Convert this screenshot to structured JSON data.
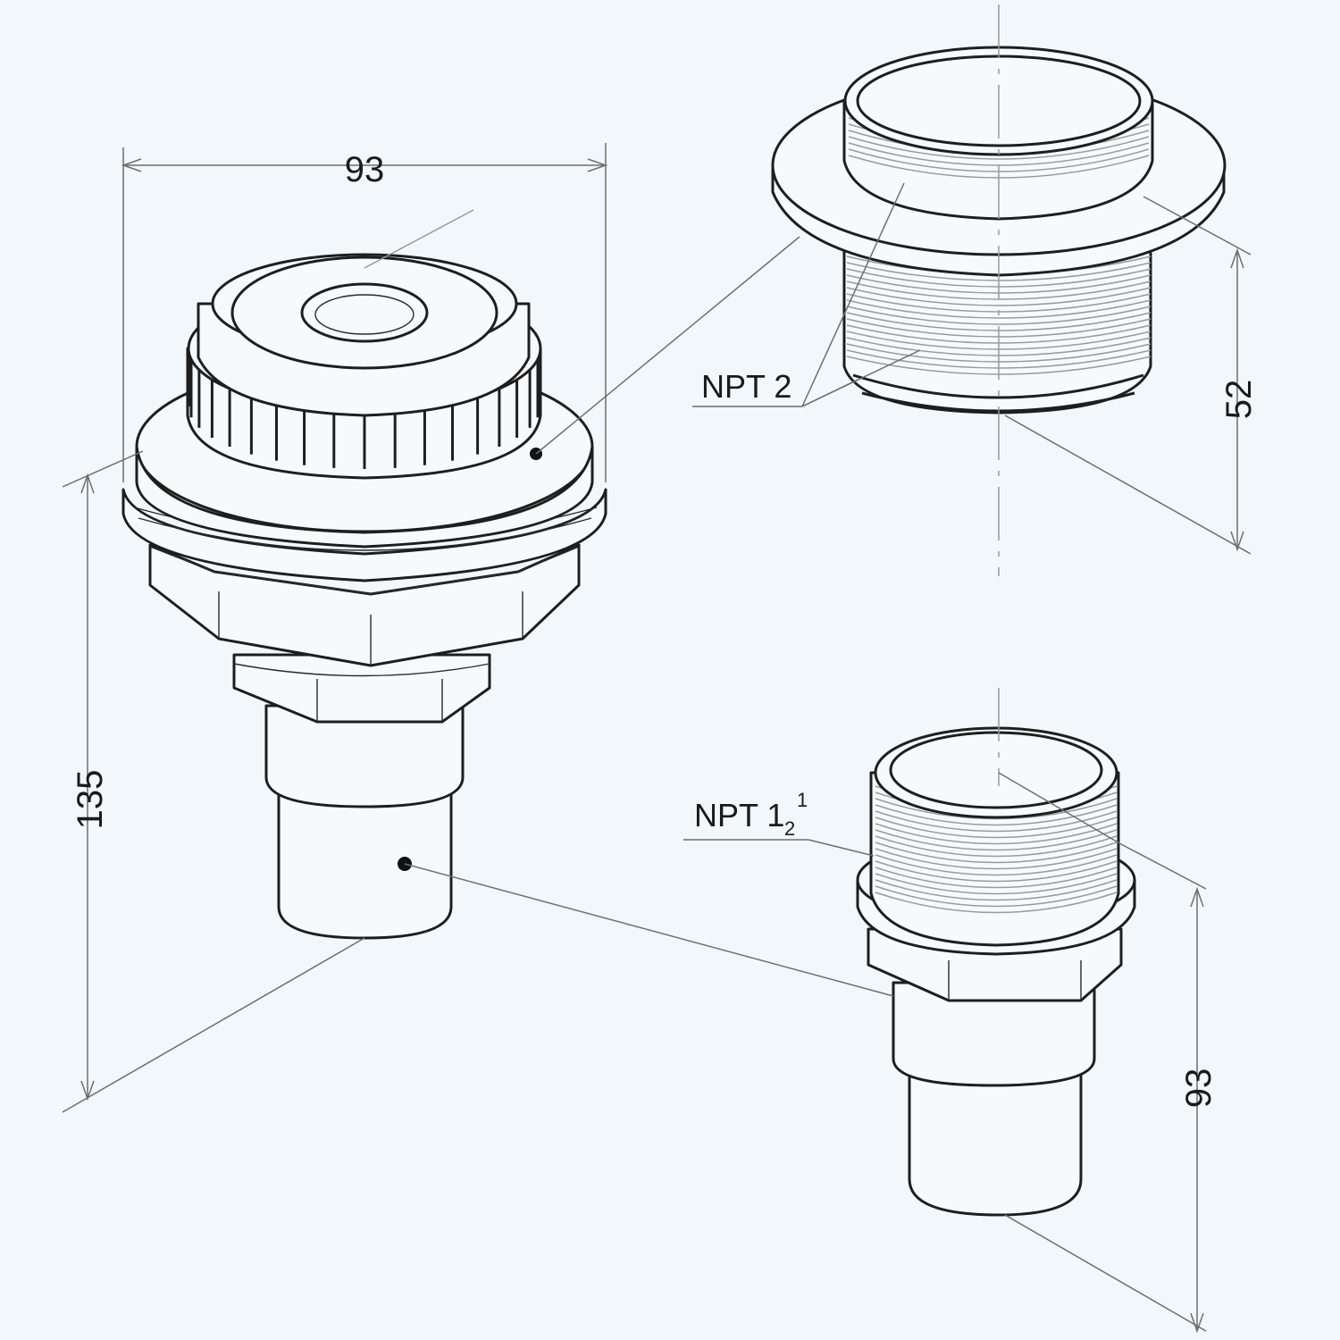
{
  "dimensions": {
    "top_width": "93",
    "left_height": "135",
    "flange_height": "52",
    "fitting_height": "93"
  },
  "labels": {
    "npt_large": "NPT 2",
    "npt_small_prefix": "NPT 1",
    "npt_small_numerator": "1",
    "npt_small_denominator": "2"
  },
  "colors": {
    "background": "#f2f7fb",
    "line": "#1e1e1e"
  }
}
